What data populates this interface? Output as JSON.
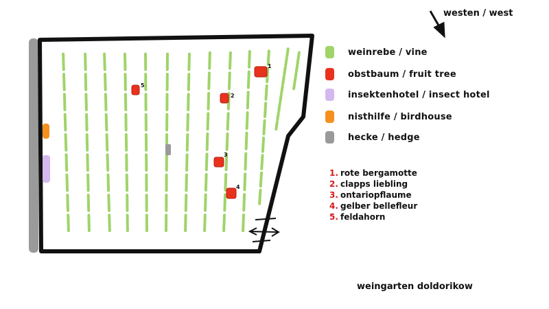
{
  "compass": {
    "label": "westen / west",
    "icon": "arrow-down-right"
  },
  "legend": [
    {
      "key": "vine",
      "label": "weinrebe / vine",
      "color": "#9fd46a"
    },
    {
      "key": "fruit-tree",
      "label": "obstbaum / fruit tree",
      "color": "#e8321e"
    },
    {
      "key": "insect-hotel",
      "label": "insektenhotel / insect hotel",
      "color": "#d4b8f0"
    },
    {
      "key": "birdhouse",
      "label": "nisthilfe / birdhouse",
      "color": "#f5901e"
    },
    {
      "key": "hedge",
      "label": "hecke / hedge",
      "color": "#9a9a9a"
    }
  ],
  "varieties": [
    {
      "num": "1.",
      "name": "rote bergamotte"
    },
    {
      "num": "2.",
      "name": "clapps liebling"
    },
    {
      "num": "3.",
      "name": "ontariopflaume"
    },
    {
      "num": "4.",
      "name": "gelber bellefleur"
    },
    {
      "num": "5.",
      "name": "feldahorn"
    }
  ],
  "tree_labels": [
    "1",
    "2",
    "3",
    "4",
    "5"
  ],
  "title": "weingarten doldorikow",
  "colors": {
    "outline": "#111111",
    "tree_dark": "#b51e12"
  }
}
